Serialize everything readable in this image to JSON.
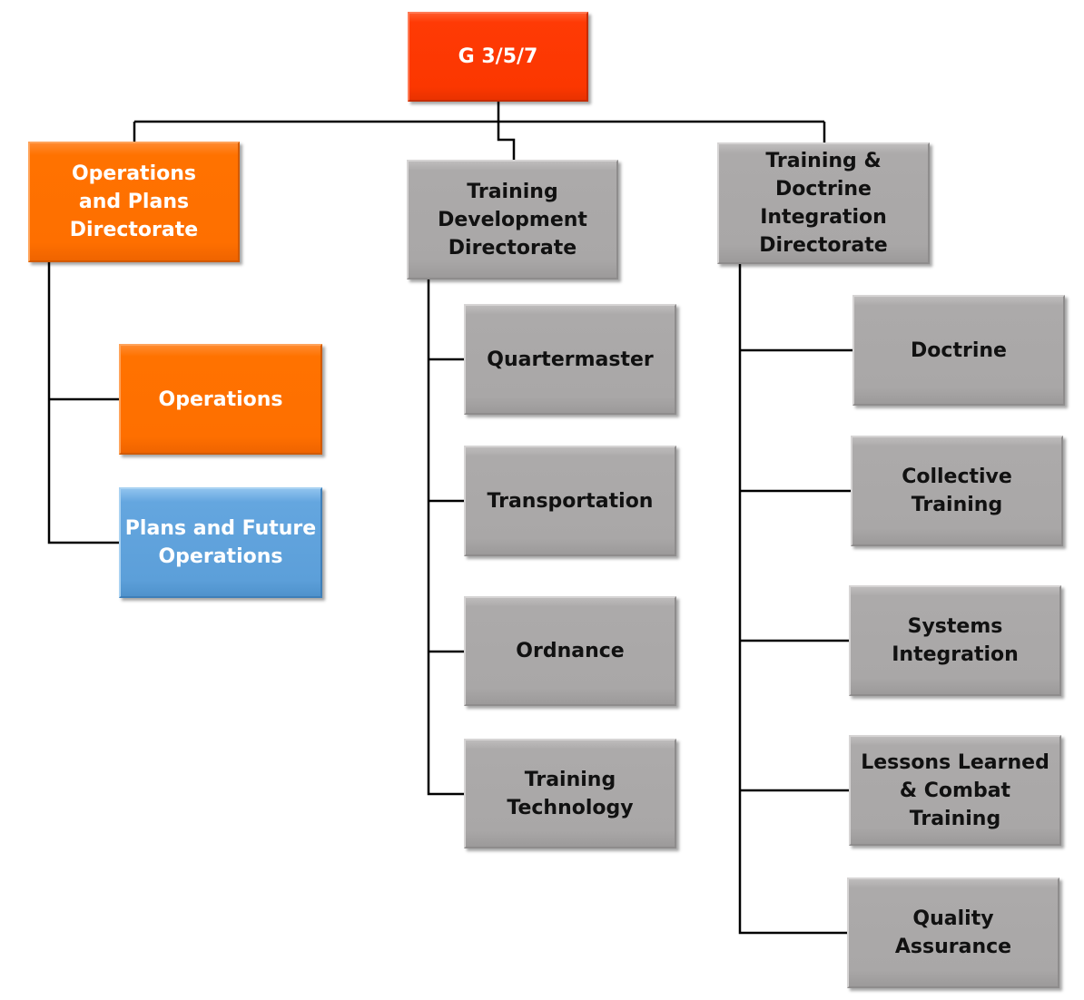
{
  "org_chart": {
    "root": {
      "label": "G 3/5/7"
    },
    "ops_plans": {
      "label": "Operations\nand Plans\nDirectorate",
      "children": [
        {
          "label": "Operations"
        },
        {
          "label": "Plans and Future\nOperations"
        }
      ]
    },
    "training_dev": {
      "label": "Training\nDevelopment\nDirectorate",
      "children": [
        {
          "label": "Quartermaster"
        },
        {
          "label": "Transportation"
        },
        {
          "label": "Ordnance"
        },
        {
          "label": "Training\nTechnology"
        }
      ]
    },
    "tdi": {
      "label": "Training &\nDoctrine\nIntegration\nDirectorate",
      "children": [
        {
          "label": "Doctrine"
        },
        {
          "label": "Collective\nTraining"
        },
        {
          "label": "Systems\nIntegration"
        },
        {
          "label": "Lessons Learned\n& Combat\nTraining"
        },
        {
          "label": "Quality\nAssurance"
        }
      ]
    }
  },
  "colors": {
    "root": "#ff3a05",
    "ops_directorate": "#ff7200",
    "ops_highlight": "#ff7200",
    "plans_highlight": "#64a6df",
    "default_box": "#aaa8a8",
    "connector": "#000000"
  }
}
